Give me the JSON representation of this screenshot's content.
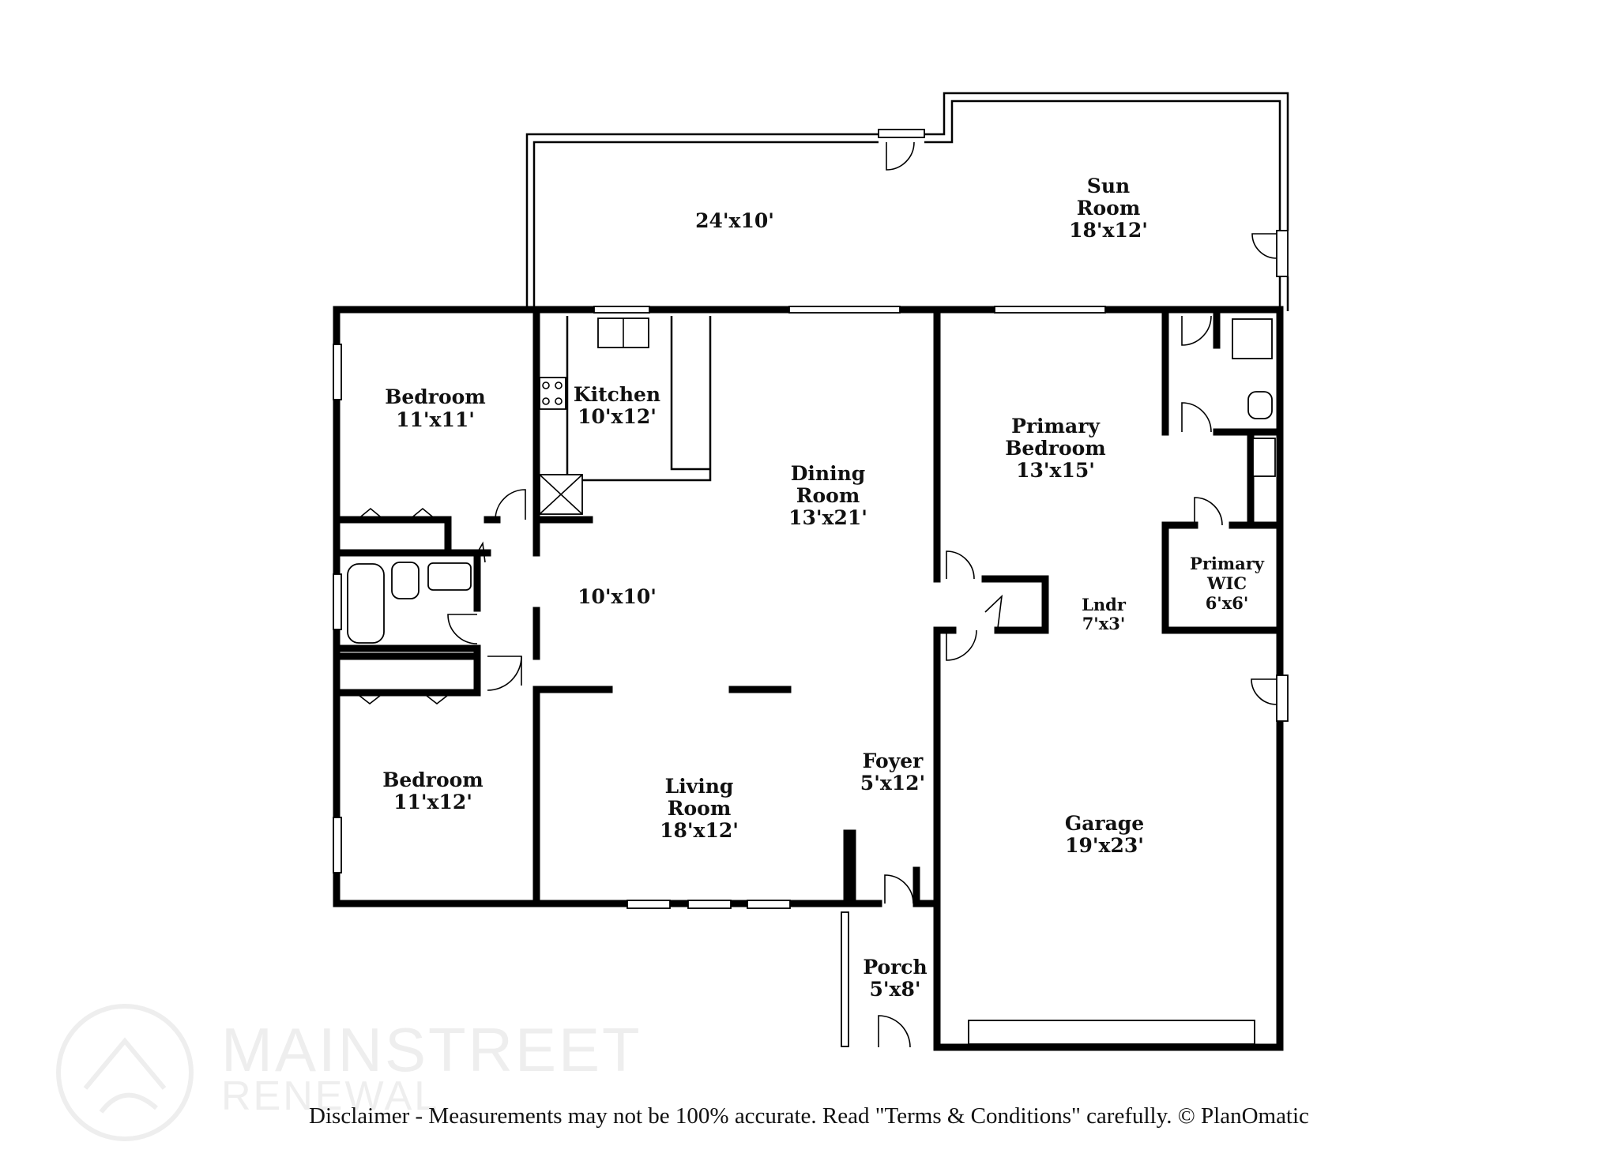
{
  "rooms": {
    "deck": {
      "dims": "24'x10'"
    },
    "sun_room": {
      "name_line1": "Sun",
      "name_line2": "Room",
      "dims": "18'x12'"
    },
    "bedroom_1": {
      "name": "Bedroom",
      "dims": "11'x11'"
    },
    "kitchen": {
      "name": "Kitchen",
      "dims": "10'x12'"
    },
    "dining_room": {
      "name_line1": "Dining",
      "name_line2": "Room",
      "dims": "13'x21'"
    },
    "primary_bedroom": {
      "name_line1": "Primary",
      "name_line2": "Bedroom",
      "dims": "13'x15'"
    },
    "primary_wic": {
      "name_line1": "Primary",
      "name_line2": "WIC",
      "dims": "6'x6'"
    },
    "laundry": {
      "name": "Lndr",
      "dims": "7'x3'"
    },
    "hall": {
      "dims": "10'x10'"
    },
    "bedroom_2": {
      "name": "Bedroom",
      "dims": "11'x12'"
    },
    "living_room": {
      "name_line1": "Living",
      "name_line2": "Room",
      "dims": "18'x12'"
    },
    "foyer": {
      "name": "Foyer",
      "dims": "5'x12'"
    },
    "garage": {
      "name": "Garage",
      "dims": "19'x23'"
    },
    "porch": {
      "name": "Porch",
      "dims": "5'x8'"
    }
  },
  "watermark": {
    "line1": "MAINSTREET",
    "line2": "RENEWAL"
  },
  "disclaimer": "Disclaimer - Measurements may not be 100% accurate. Read \"Terms & Conditions\" carefully. © PlanOmatic",
  "colors": {
    "wall": "#000000",
    "background": "#ffffff",
    "watermark": "#eeeeee"
  }
}
